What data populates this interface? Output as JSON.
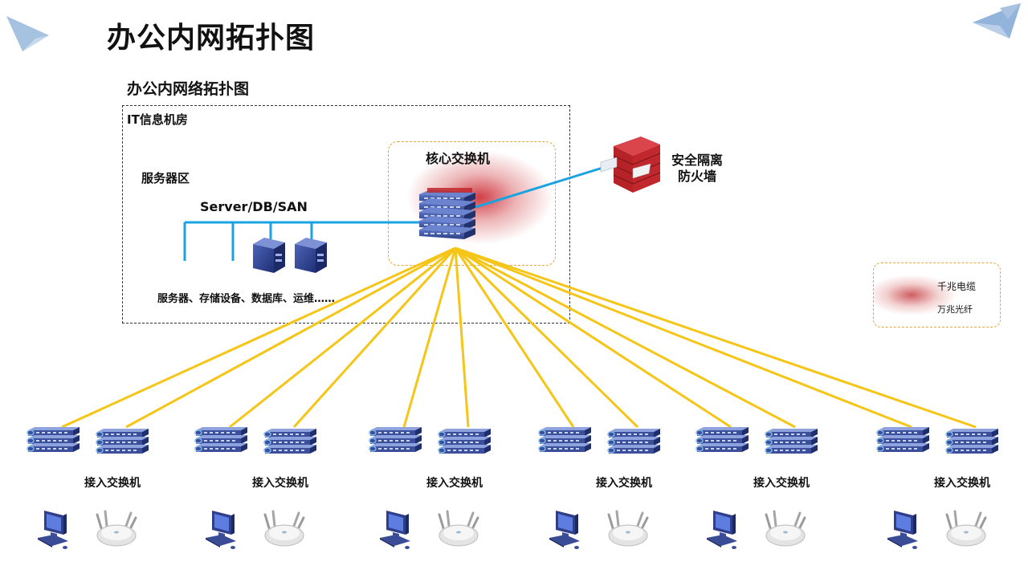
{
  "page_title": "办公内网拓扑图",
  "diagram_title": "办公内网络拓扑图",
  "it_room_label": "IT信息机房",
  "server_zone_label": "服务器区",
  "server_db_label": "Server/DB/SAN",
  "server_desc": "服务器、存储设备、数据库、运维……",
  "core_switch_label": "核心交换机",
  "firewall_label_line1": "安全隔离",
  "firewall_label_line2": "防火墙",
  "legend": {
    "gigabit_cable": "千兆电缆",
    "ten_gigabit_fiber": "万兆光纤"
  },
  "access_groups": [
    {
      "label": "接入交换机"
    },
    {
      "label": "接入交换机"
    },
    {
      "label": "接入交换机"
    },
    {
      "label": "接入交换机"
    },
    {
      "label": "接入交换机"
    },
    {
      "label": "接入交换机"
    }
  ],
  "colors": {
    "fiber_link": "#f5c518",
    "cable_link": "#1aa3e0",
    "switch_blue": "#3b4f9c",
    "firewall_red": "#c0282d"
  }
}
